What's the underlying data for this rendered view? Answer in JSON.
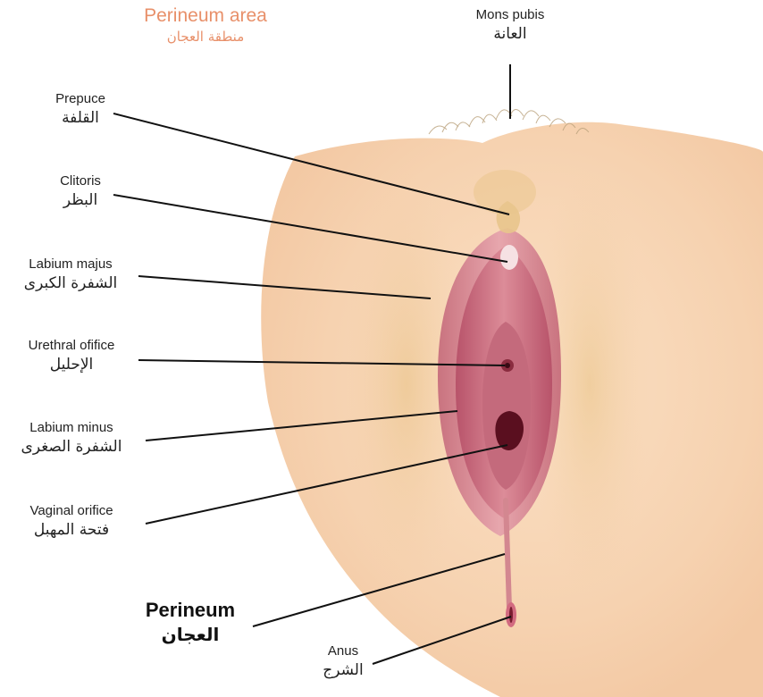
{
  "title": {
    "en": "Perineum area",
    "ar": "منطقة العجان"
  },
  "colors": {
    "title": "#e8906a",
    "skin": "#f8d8b8",
    "tissue": "#d98a95",
    "leader": "#111111"
  },
  "labels": {
    "mons_pubis": {
      "en": "Mons pubis",
      "ar": "العانة"
    },
    "prepuce": {
      "en": "Prepuce",
      "ar": "القلفة"
    },
    "clitoris": {
      "en": "Clitoris",
      "ar": "البظر"
    },
    "labium_majus": {
      "en": "Labium majus",
      "ar": "الشفرة الكبرى"
    },
    "urethral_orifice": {
      "en": "Urethral ofifice",
      "ar": "الإحليل"
    },
    "labium_minus": {
      "en": "Labium minus",
      "ar": "الشفرة الصغرى"
    },
    "vaginal_orifice": {
      "en": "Vaginal orifice",
      "ar": "فتحة المهبل"
    },
    "perineum": {
      "en": "Perineum",
      "ar": "العجان"
    },
    "anus": {
      "en": "Anus",
      "ar": "الشرج"
    }
  }
}
